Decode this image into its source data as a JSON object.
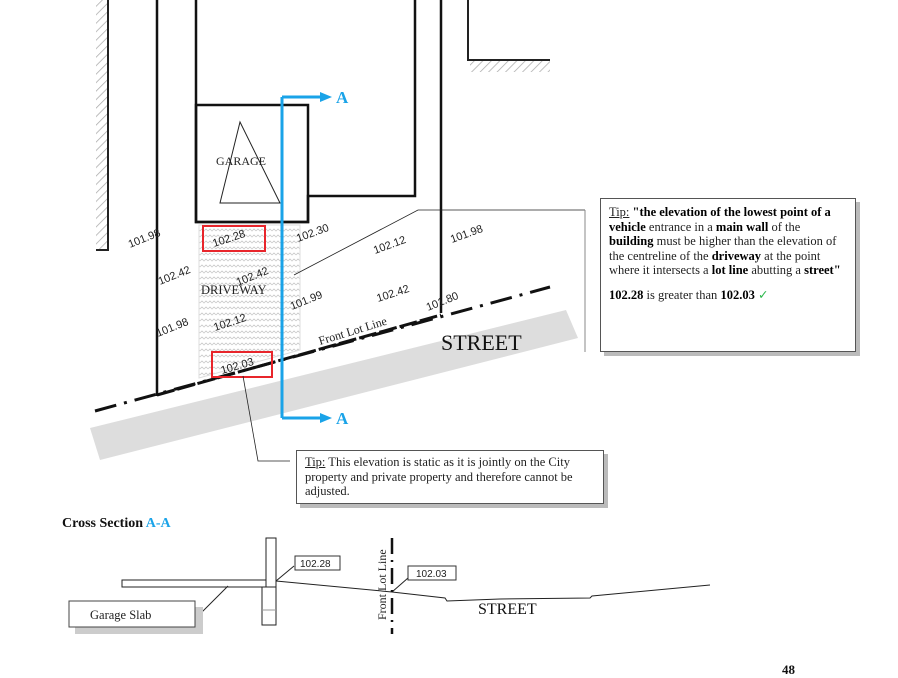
{
  "plan": {
    "garage_label": "GARAGE",
    "driveway_label": "DRIVEWAY",
    "street_label": "STREET",
    "front_lot_line_label": "Front Lot Line",
    "section_marker": "A",
    "elevations": [
      "101.98",
      "102.28",
      "102.30",
      "102.12",
      "101.98",
      "102.42",
      "102.42",
      "101.99",
      "102.42",
      "101.80",
      "101.98",
      "102.12",
      "102.03"
    ]
  },
  "tip_main": {
    "tip_label": "Tip:",
    "t1": " \"the elevation of the lowest point of a ",
    "b1": "vehicle",
    "t2": " entrance in a ",
    "b2": "main wall",
    "t3": " of the ",
    "b3": "building",
    "t4": " must be higher than the elevation of the centreline of the ",
    "b4": "driveway",
    "t5": " at the point where it intersects a ",
    "b5": "lot line",
    "t6": " abutting a ",
    "b6": "street",
    "t7": "\"",
    "v1": "102.28",
    "compare": " is greater than ",
    "v2": "102.03",
    "check": "✓"
  },
  "tip_static": {
    "tip_label": "Tip:",
    "text": " This elevation is static as it is jointly on the City property and private property and therefore cannot be adjusted."
  },
  "cross_section": {
    "title": "Cross Section ",
    "marker": "A-A",
    "garage_elev": "102.28",
    "lotline_elev": "102.03",
    "front_lot_line": "Front Lot Line",
    "street": "STREET",
    "garage_slab": "Garage Slab"
  },
  "colors": {
    "accent": "#1aa3e8",
    "highlight": "#e8252b",
    "check": "#2db84d"
  },
  "page_number": "48"
}
